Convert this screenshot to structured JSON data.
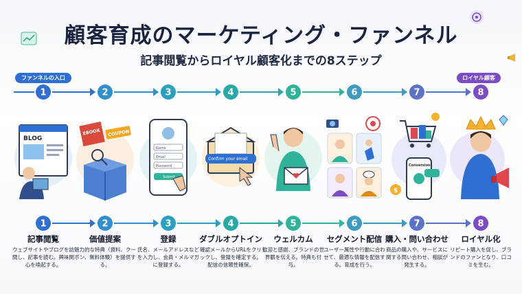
{
  "title": "顧客育成のマーケティング・ファンネル",
  "subtitle": "記事閲覧からロイヤル顧客化までの8ステップ",
  "entry_label": "ファンネルの入口",
  "loyal_label": "ロイヤル顧客",
  "colors": {
    "c1": "#2f6fd3",
    "c2": "#2f8fcf",
    "c3": "#2a9fc0",
    "c4": "#27a9a6",
    "c5": "#2fb39a",
    "c6": "#3c9cc0",
    "c7": "#5b72c8",
    "c8": "#7b4cc8",
    "line": "#3ea7a8"
  },
  "steps": [
    {
      "num": "1",
      "label": "記事閲覧",
      "desc": "ウェブサイトやブログを訪問し、記事を読む。興味関心を喚起する。",
      "icon": "blog-reading-icon"
    },
    {
      "num": "2",
      "label": "価値提案",
      "desc": "魅力的な特典（資料、クーポン、無料体験）を提供する。",
      "icon": "gift-box-icon"
    },
    {
      "num": "3",
      "label": "登録",
      "desc": "氏名、メールアドレスなどを入力し、会員・メルマガに登録する。",
      "icon": "signup-form-icon"
    },
    {
      "num": "4",
      "label": "ダブルオプトイン",
      "desc": "確認メールからURLをクリックし、登録を確定する。配信の信頼性確保。",
      "icon": "confirm-email-icon"
    },
    {
      "num": "5",
      "label": "ウェルカム",
      "desc": "歓迎と感謝、ブランドの世界観を伝える。特典も付与。",
      "icon": "welcome-person-icon"
    },
    {
      "num": "6",
      "label": "セグメント配信",
      "desc": "ユーザー属性や行動に合わせて、最適な情報を配信する。育成を行う。",
      "icon": "segment-icon"
    },
    {
      "num": "7",
      "label": "購入・問い合わせ",
      "desc": "商品の購入や、サービスに関する問い合わせ、相談が発生する。",
      "icon": "purchase-icon"
    },
    {
      "num": "8",
      "label": "ロイヤル化",
      "desc": "リピート購入を促し、ブランドのファンとなり、口コミを生む。",
      "icon": "loyal-crown-icon"
    }
  ],
  "illus_text": {
    "blog": "BLOG",
    "ebook": "EBOOK",
    "coupon": "COUPON",
    "name": "Name",
    "email": "Email",
    "password": "Password",
    "submit": "Submit",
    "confirm": "Confirm your email",
    "conversion": "Conversion"
  }
}
